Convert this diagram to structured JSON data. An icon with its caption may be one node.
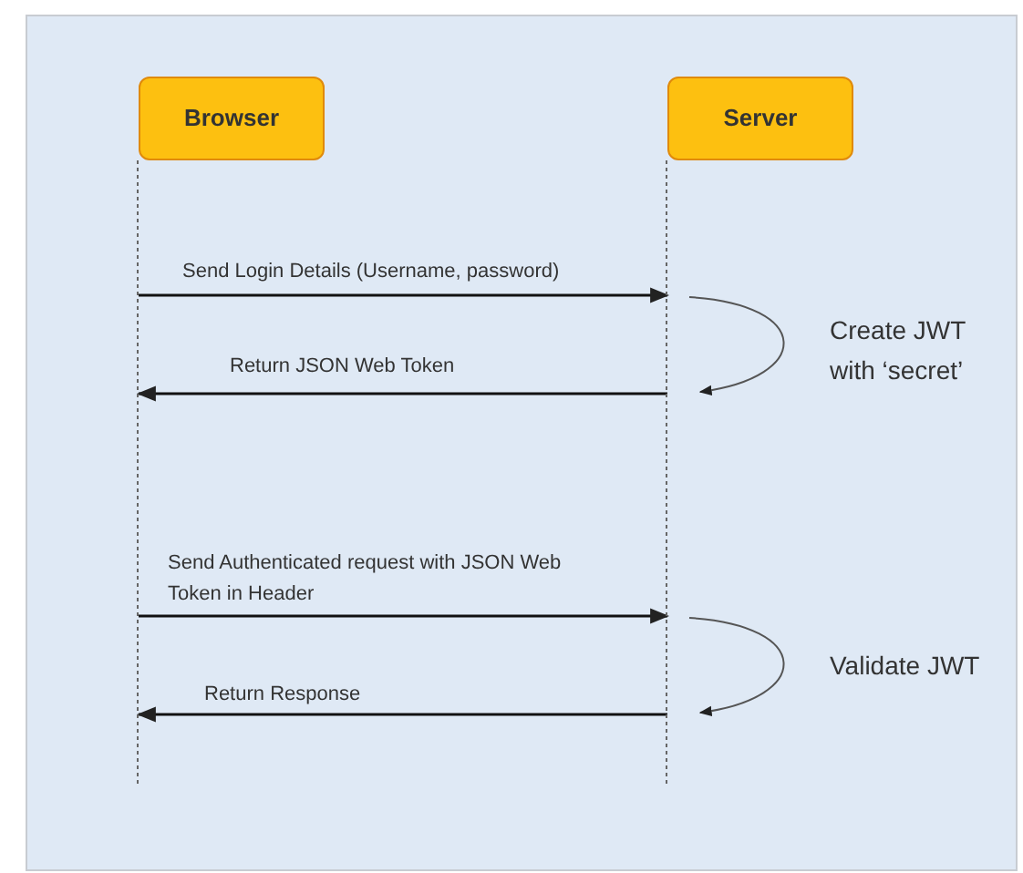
{
  "diagram": {
    "nodes": [
      {
        "text": [
          "Browser"
        ]
      },
      {
        "text": [
          "Server"
        ]
      }
    ],
    "edges": [
      {
        "from": 0,
        "to": 1,
        "arrow": "to",
        "label": "Send Login Details (Username, password)"
      },
      {
        "from": 1,
        "to": 1,
        "arrow": "to",
        "label": "Create JWT with ‘secret’"
      },
      {
        "from": 1,
        "to": 0,
        "arrow": "to",
        "label": "Return JSON Web Token"
      },
      {
        "from": 0,
        "to": 1,
        "arrow": "to",
        "label": "Send Authenticated request with JSON Web Token in Header"
      },
      {
        "from": 1,
        "to": 1,
        "arrow": "to",
        "label": "Validate JWT"
      },
      {
        "from": 1,
        "to": 0,
        "arrow": "to",
        "label": "Return Response"
      }
    ]
  }
}
